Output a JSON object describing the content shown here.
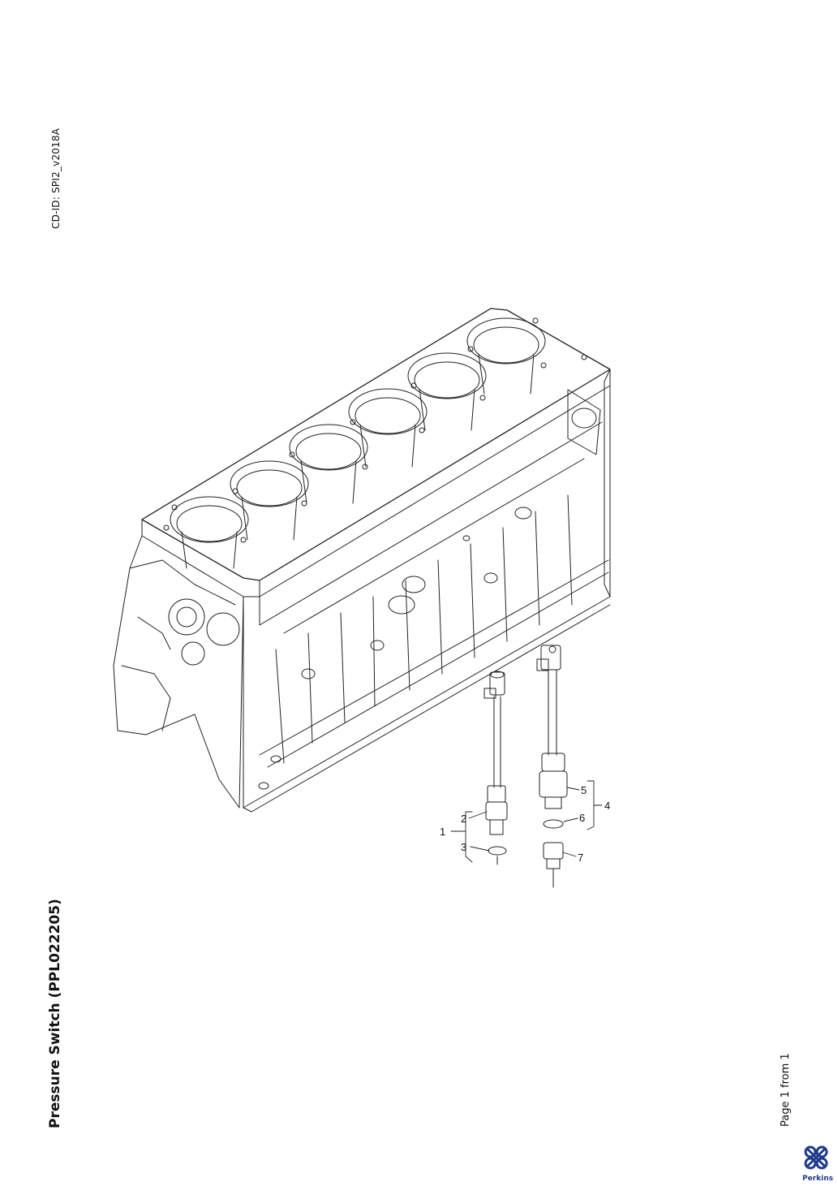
{
  "header": {
    "cd_id": "CD-ID: SPI2_v2018A"
  },
  "document": {
    "title": "Pressure Switch (PPL022205)"
  },
  "footer": {
    "page": "Page 1 from 1",
    "brand": "Perkins"
  },
  "callouts": {
    "c1": "1",
    "c2": "2",
    "c3": "3",
    "c4": "4",
    "c5": "5",
    "c6": "6",
    "c7": "7"
  }
}
